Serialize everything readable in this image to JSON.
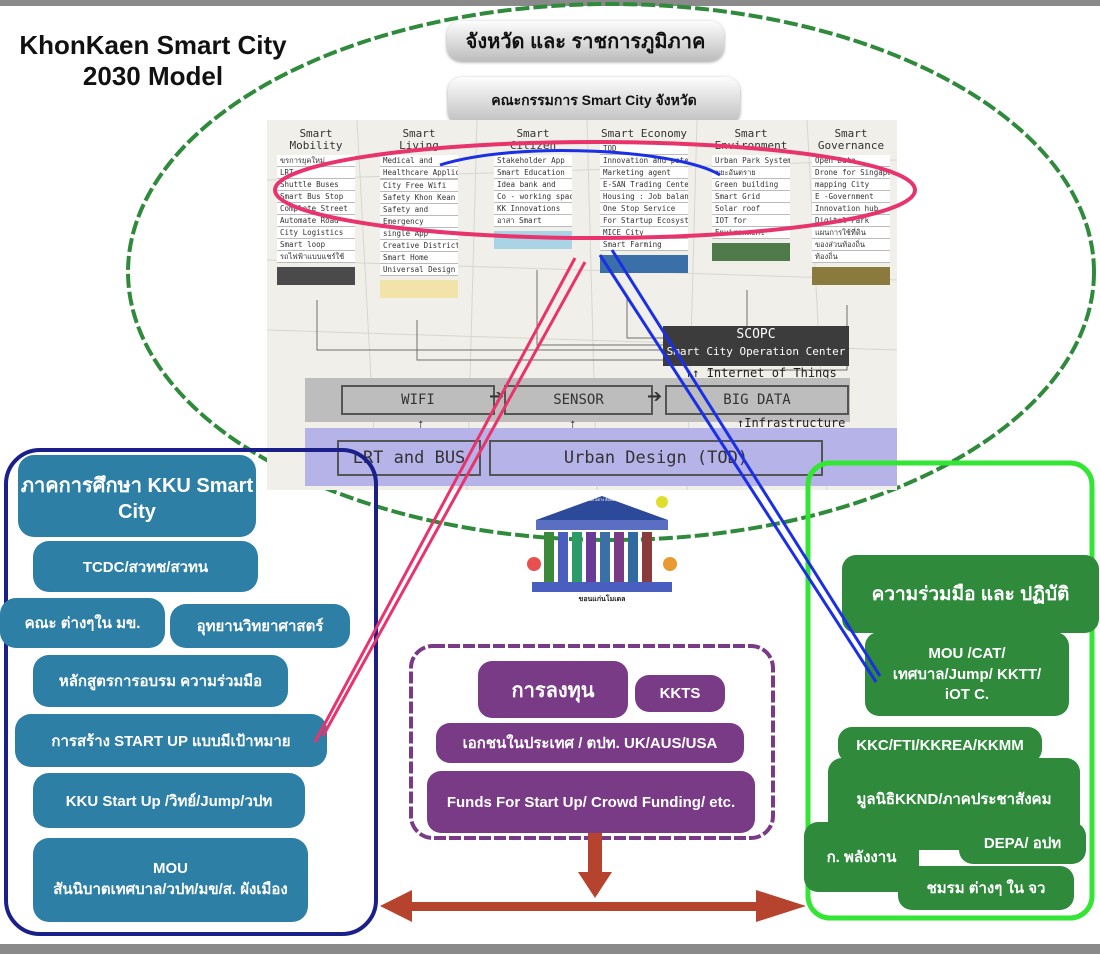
{
  "title": {
    "line1": "KhonKaen Smart City",
    "line2": "2030 Model"
  },
  "top": {
    "province": "จังหวัด และ ราชการภูมิภาค",
    "committee": "คณะกรรมการ Smart City จังหวัด"
  },
  "map_columns": [
    {
      "head": "Smart Mobility",
      "items": [
        "ขรการยุคใหม่",
        "LRT",
        "Shuttle Buses",
        "Smart Bus Stop",
        "Complete Street",
        "Automate Road",
        "City Logistics",
        "Smart loop",
        "รถไฟฟ้าแบบแชร์ใช้"
      ],
      "color": "#4a4a4a"
    },
    {
      "head": "Smart Living",
      "items": [
        "Medical and",
        "Healthcare Application",
        "",
        "City Free Wifi",
        "Safety Khon Kean",
        "Safety and",
        "Emergency",
        "single App",
        "Creative District",
        "Smart Home",
        "Universal Design"
      ],
      "color": "#f2e4a8"
    },
    {
      "head": "Smart Citizen",
      "items": [
        "Stakeholder App",
        "Smart Education",
        "Idea bank and",
        "Co - working space",
        "KK Innovations",
        "อาสา Smart"
      ],
      "color": "#a8d4e6"
    },
    {
      "head": "Smart Economy",
      "items": [
        "TOD",
        "Innovation and patent",
        "Marketing agent",
        "E-SAN Trading Center",
        "Housing : Job balance",
        "One Stop Service",
        "For Startup Ecosystem",
        "MICE City",
        "Smart Farming"
      ],
      "color": "#3a6fa8"
    },
    {
      "head": "Smart Environment",
      "items": [
        "Urban Park System",
        "ขยะอันตราย",
        "Green building",
        "Smart Grid",
        "Solar roof",
        "IOT for",
        "Environment"
      ],
      "color": "#4f7a4a"
    },
    {
      "head": "Smart Governance",
      "items": [
        "Open Data",
        "Drone for Singapore",
        "mapping City",
        "E -Government",
        "Innovation hub",
        "Digital Park",
        "แผนการใช้ที่ดิน",
        "ของส่วนท้องถิ่น",
        "ท้องถิ่น"
      ],
      "color": "#8a7a3e"
    }
  ],
  "tech": {
    "scopc_title": "SCOPC",
    "scopc_sub": "Smart City Operation Center",
    "iot": "Internet of Things",
    "wifi": "WIFI",
    "sensor": "SENSOR",
    "bigdata": "BIG DATA",
    "infrastructure": "Infrastructure",
    "lrt": "LRT and BUS",
    "urban": "Urban Design (TOD)"
  },
  "left": {
    "header": "ภาคการศึกษา KKU Smart City",
    "tcdc": "TCDC/สวทช/สวทน",
    "faculty": "คณะ ต่างๆใน มข.",
    "sciencepark": "อุทยานวิทยาศาสตร์",
    "training": "หลักสูตรการอบรม ความร่วมมือ",
    "startup": "การสร้าง START UP แบบมีเป้าหมาย",
    "kkustartup": "KKU Start Up /วิทย์/Jump/วปท",
    "mou_title": "MOU",
    "mou_body": "สันนิบาตเทศบาล/วปท/มข/ส. ผังเมือง"
  },
  "middle": {
    "invest": "การลงทุน",
    "kkts": "KKTS",
    "private": "เอกชนในประเทศ / ตปท. UK/AUS/USA",
    "funds": "Funds For Start Up/ Crowd Funding/ etc."
  },
  "right": {
    "header": "ความร่วมมือ และ ปฏิบัติ",
    "mou": "MOU /CAT/ เทศบาล/Jump/ KKTT/ iOT C.",
    "kkc": "KKC/FTI/KKREA/KKMM",
    "foundation": "มูลนิธิKKND/ภาคประชาสังคม",
    "depa": "DEPA/ อปท",
    "energy": "ก. พลังงาน",
    "clubs": "ชมรม ต่างๆ ใน จว"
  },
  "center_logo": {
    "top": "การพัฒนาเมือง อย่าง ยั่งยืน มั่นคั่ง มั่งยืน",
    "sub": "ขอนแก่นโมเดล"
  },
  "colors": {
    "blue": "#2e7fa6",
    "purple": "#7a3b86",
    "green": "#2f8a3c",
    "pink": "#e8336c",
    "navy": "#1a1f8a",
    "lime": "#33e633"
  }
}
